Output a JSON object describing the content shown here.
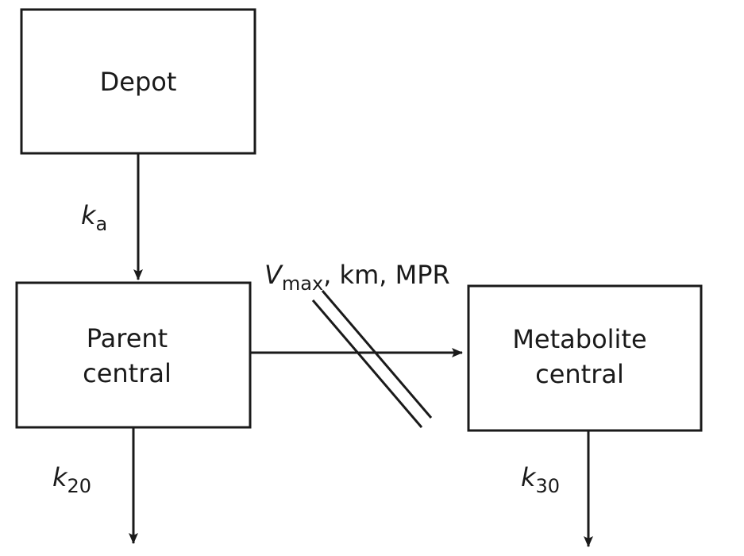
{
  "compartments": {
    "depot": {
      "label": "Depot"
    },
    "parent": {
      "line1": "Parent",
      "line2": "central"
    },
    "metabolite": {
      "line1": "Metabolite",
      "line2": "central"
    }
  },
  "rates": {
    "ka": {
      "symbol": "k",
      "subscript": "a"
    },
    "k20": {
      "symbol": "k",
      "subscript": "20"
    },
    "k30": {
      "symbol": "k",
      "subscript": "30"
    },
    "metabolism": {
      "symbol": "V",
      "subscript": "max",
      "rest": ", km, MPR"
    }
  },
  "colors": {
    "stroke": "#1a1a1a",
    "background": "#ffffff"
  }
}
